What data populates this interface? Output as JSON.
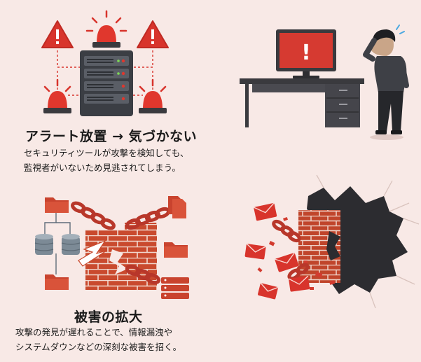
{
  "panels": {
    "alert": {
      "title": "アラート放置 → 気づかない",
      "lines": [
        "セキュリティツールが攻撃を検知しても、",
        "監視者がいないため見逃されてしまう。"
      ]
    },
    "damage": {
      "title": "被害の拡大",
      "lines": [
        "攻撃の発見が遅れることで、情報漏洩や",
        "システムダウンなどの深刻な被害を招く。"
      ]
    }
  },
  "icons": {
    "monitor_symbol": "!",
    "warning_symbol": "!"
  },
  "colors": {
    "background": "#f8e9e6",
    "accent_red": "#d8342c",
    "dark_gray": "#3a3a3e",
    "brick": "#c94a2e"
  }
}
